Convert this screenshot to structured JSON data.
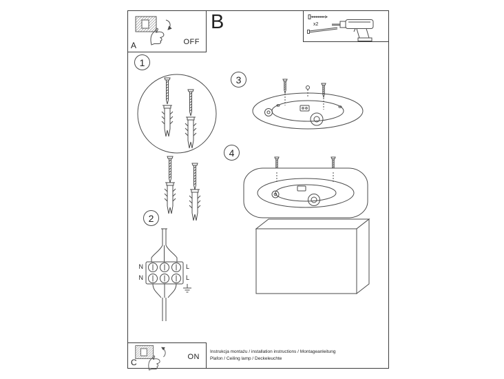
{
  "colors": {
    "ink": "#4a4a4a",
    "frame": "#3c3c3c",
    "background": "#ffffff"
  },
  "panels": {
    "a": {
      "label": "A",
      "state": "OFF"
    },
    "b": {
      "label": "B"
    },
    "c": {
      "label": "C",
      "state": "ON"
    },
    "hardware": {
      "count": "x2"
    }
  },
  "steps": [
    {
      "num": "1"
    },
    {
      "num": "2"
    },
    {
      "num": "3"
    },
    {
      "num": "4"
    }
  ],
  "wiring": {
    "top_left": "N",
    "top_right": "L",
    "bottom_left": "N",
    "bottom_right": "L"
  },
  "footer": {
    "line1": "Instrukcja montażu / installation instructions / Montageanleitung",
    "line2": "Plafon / Ceiling lamp / Deckeleuchte"
  }
}
